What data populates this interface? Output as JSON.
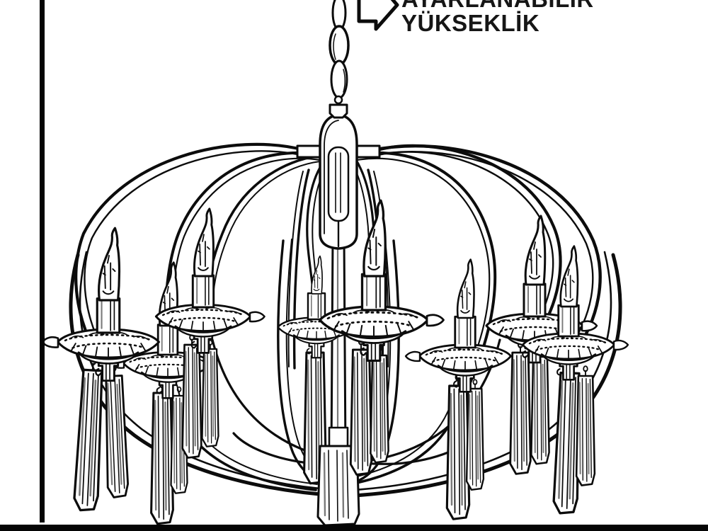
{
  "annotation": {
    "line1": "AYARLANABİLİR",
    "line2": "YÜKSEKLİK"
  },
  "colors": {
    "ink": "#0c0c0c",
    "paper": "#ffffff",
    "annotation_text": "#161616"
  },
  "figure": {
    "subject": "crystal chandelier line drawing with candle bulbs and hanging prisms",
    "candle_count": 8,
    "arrow_icon": "right-block-arrow"
  }
}
